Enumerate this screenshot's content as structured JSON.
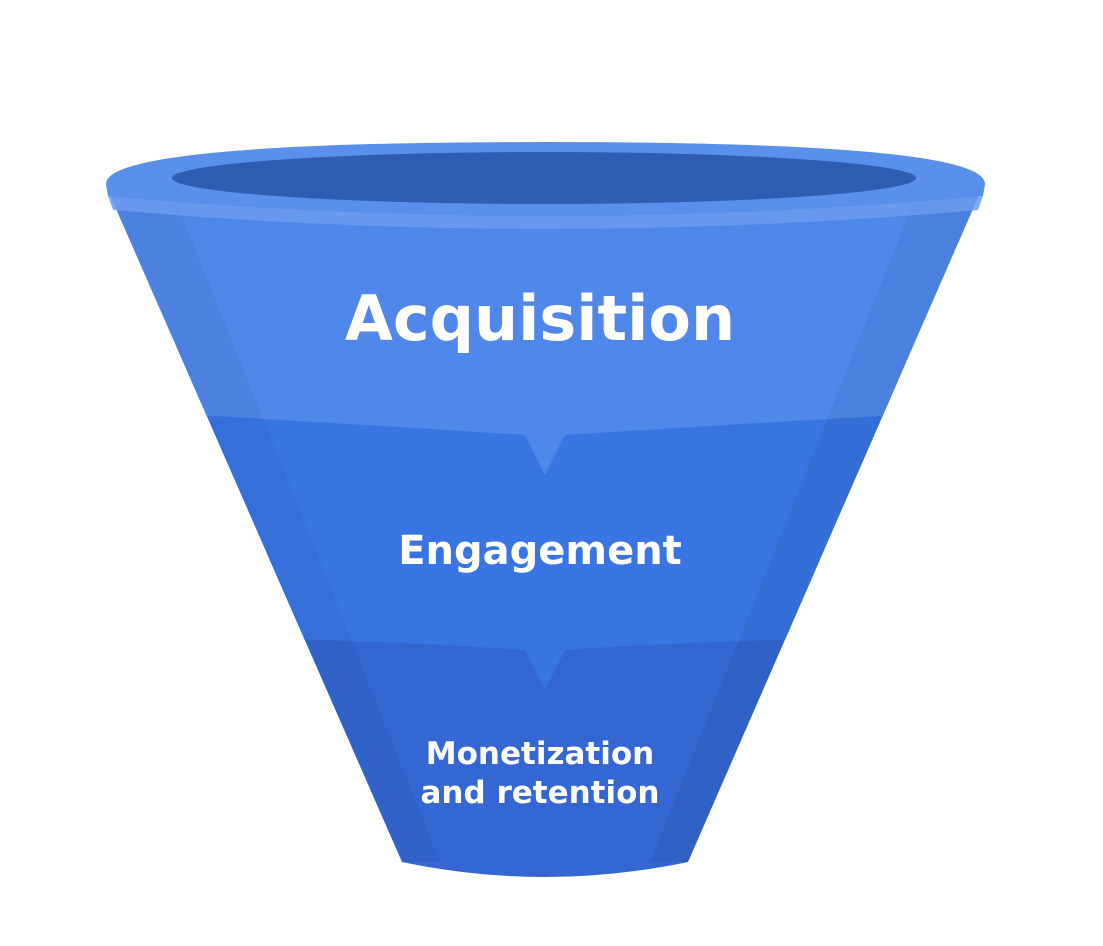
{
  "funnel": {
    "stages": [
      {
        "label": "Acquisition",
        "color": "#5087ea"
      },
      {
        "label": "Engagement",
        "color": "#3874e2"
      },
      {
        "label": "Monetization",
        "label_line2": "and retention",
        "color": "#3467d2"
      }
    ],
    "rim_color": "#5b8fec",
    "rim_inner_color": "#2f5db4",
    "rim_highlight_color": "#6c9bf0",
    "text_color": "#ffffff"
  }
}
